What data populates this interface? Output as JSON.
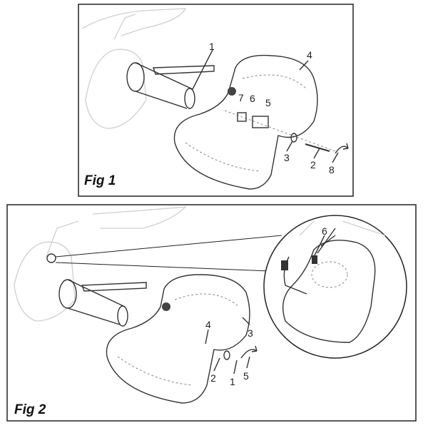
{
  "figures": [
    {
      "title": "Fig 1",
      "callouts": [
        "1",
        "4",
        "7",
        "6",
        "5",
        "3",
        "2",
        "8"
      ]
    },
    {
      "title": "Fig 2",
      "callouts": [
        "4",
        "3",
        "2",
        "1",
        "5",
        "6"
      ]
    }
  ]
}
